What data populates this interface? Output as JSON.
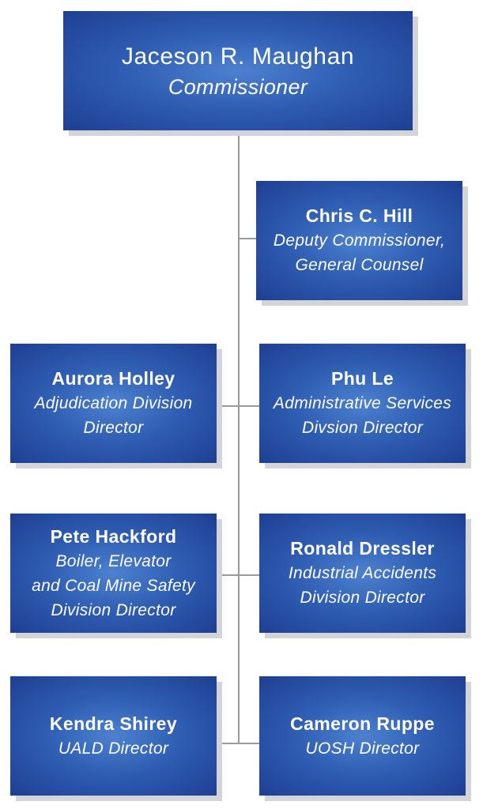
{
  "chart_title": "",
  "commissioner": {
    "name": "Jaceson R. Maughan",
    "title": "Commissioner"
  },
  "deputy": {
    "name": "Chris C. Hill",
    "title_lines": [
      "Deputy Commissioner,",
      "General Counsel"
    ]
  },
  "directors": [
    {
      "name": "Aurora Holley",
      "title_lines": [
        "Adjudication Division",
        "Director"
      ]
    },
    {
      "name": "Phu Le",
      "title_lines": [
        "Administrative Services",
        "Divsion Director"
      ]
    },
    {
      "name": "Pete Hackford",
      "title_lines": [
        "Boiler, Elevator",
        "and Coal Mine Safety",
        "Division Director"
      ]
    },
    {
      "name": "Ronald Dressler",
      "title_lines": [
        "Industrial Accidents",
        "Division Director"
      ]
    },
    {
      "name": "Kendra Shirey",
      "title_lines": [
        "UALD Director"
      ]
    },
    {
      "name": "Cameron Ruppe",
      "title_lines": [
        "UOSH Director"
      ]
    }
  ],
  "colors": {
    "box_center": "#4d81cf",
    "box_edge": "#1e3f93",
    "shadow": "#d2d4d8",
    "connector": "#9a9a9a",
    "text": "#ffffff"
  }
}
